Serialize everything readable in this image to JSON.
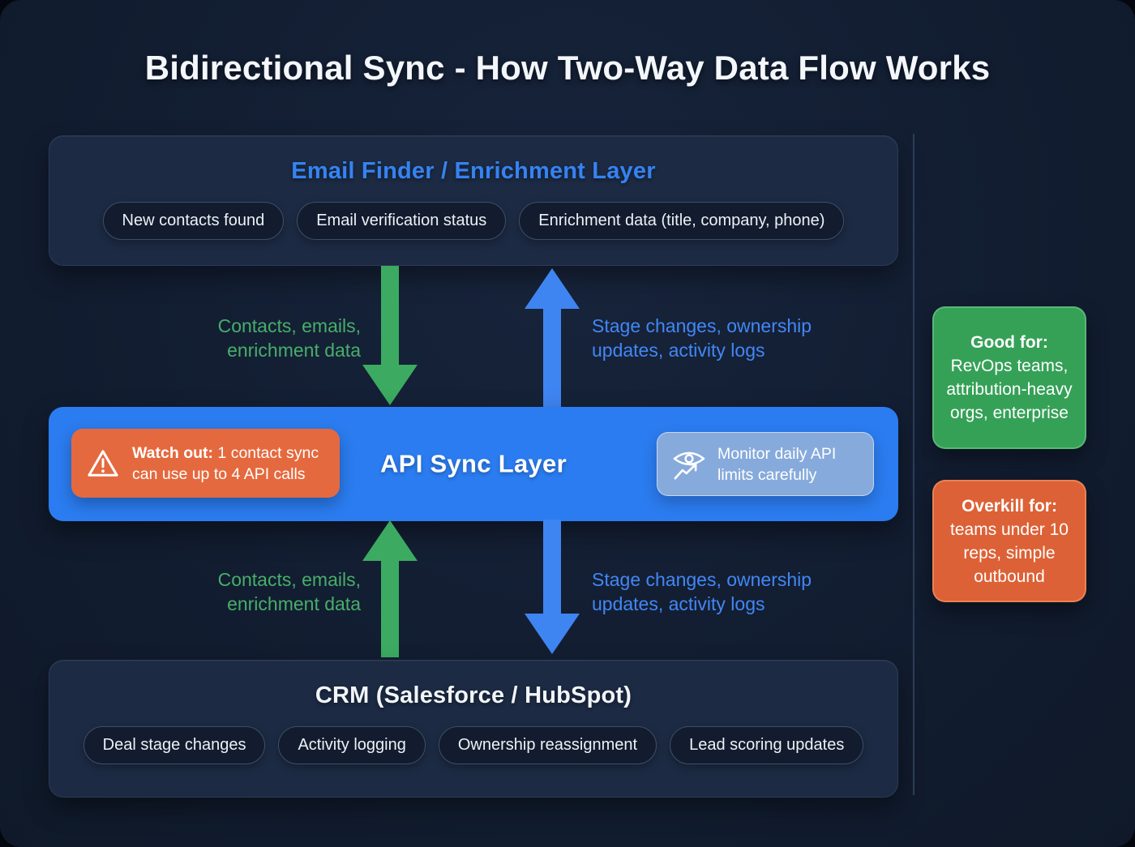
{
  "title": "Bidirectional Sync - How Two-Way Data Flow Works",
  "enrichment_layer": {
    "title": "Email Finder / Enrichment Layer",
    "chips": [
      "New contacts found",
      "Email verification status",
      "Enrichment data (title, company, phone)"
    ]
  },
  "api_layer": {
    "title": "API Sync Layer",
    "warning": {
      "label": "Watch out:",
      "text": " 1 contact sync can use up to 4 API calls"
    },
    "monitor": {
      "line1": "Monitor daily API",
      "line2": "limits carefully"
    }
  },
  "crm_layer": {
    "title": "CRM (Salesforce / HubSpot)",
    "chips": [
      "Deal stage changes",
      "Activity logging",
      "Ownership reassignment",
      "Lead scoring updates"
    ]
  },
  "flow_labels": {
    "downstream": {
      "line1": "Contacts, emails,",
      "line2": "enrichment data"
    },
    "upstream": {
      "line1": "Stage changes, ownership",
      "line2": "updates, activity logs"
    }
  },
  "side_notes": {
    "good_for": {
      "heading": "Good for:",
      "body": "RevOps teams, attribution-heavy orgs, enterprise"
    },
    "overkill_for": {
      "heading": "Overkill for:",
      "body": "teams under 10 reps, simple outbound"
    }
  },
  "colors": {
    "background": "#121d31",
    "panel": "#1c2a43",
    "accent_blue": "#2b7cf0",
    "arrow_green": "#3cab61",
    "arrow_blue": "#3f85f2",
    "warning_orange": "#e5693e",
    "good_green": "#35a157",
    "overkill_orange": "#dd6136"
  }
}
